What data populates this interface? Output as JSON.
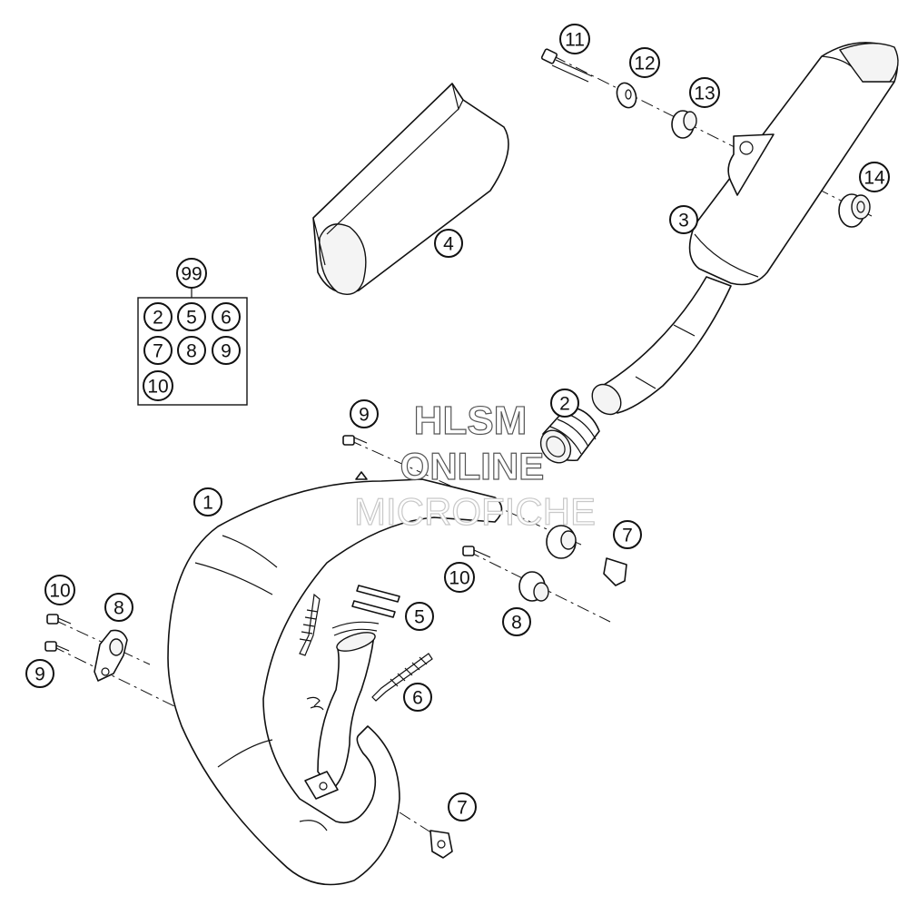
{
  "diagram": {
    "callouts": [
      "1",
      "2",
      "3",
      "4",
      "5",
      "6",
      "7",
      "8",
      "9",
      "10",
      "11",
      "12",
      "13",
      "14",
      "99"
    ],
    "kit": {
      "number": "99",
      "contents": [
        "2",
        "5",
        "6",
        "7",
        "8",
        "9",
        "10"
      ]
    },
    "watermark": {
      "line1": "HLSM",
      "line2": "ONLINE",
      "line3": "MICROFICHE"
    }
  }
}
